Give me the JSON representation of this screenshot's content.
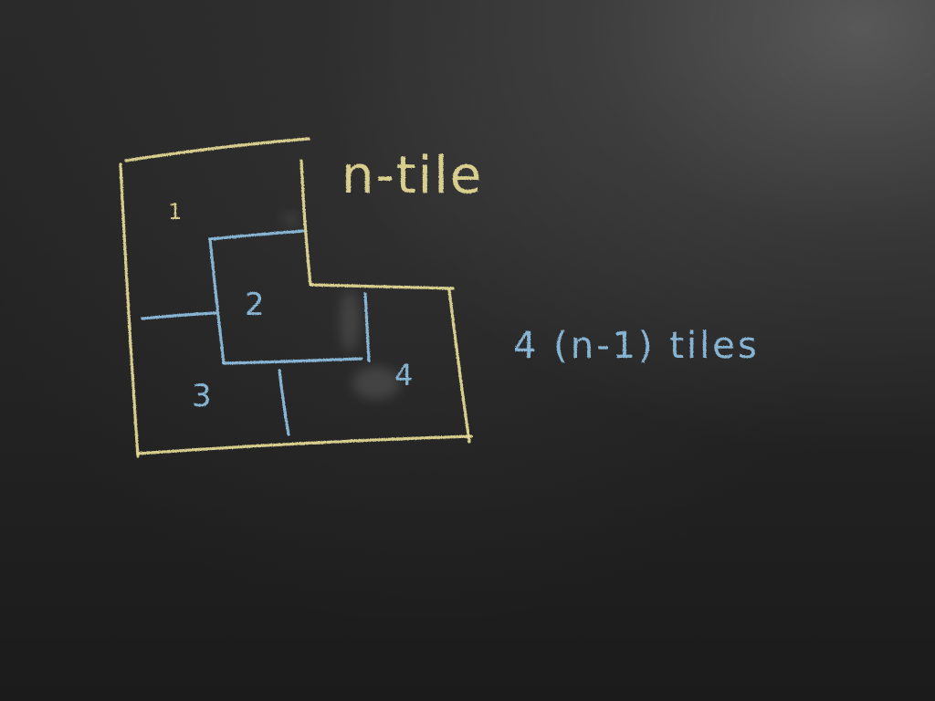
{
  "board": {
    "title_label": "n-tile",
    "count_label": "4 (n-1) tiles",
    "tile_labels": [
      "1",
      "2",
      "3",
      "4"
    ],
    "colors": {
      "chalkboard": "#232323",
      "yellow_chalk": "#e6dc96",
      "blue_chalk": "#8fc0e2"
    }
  }
}
